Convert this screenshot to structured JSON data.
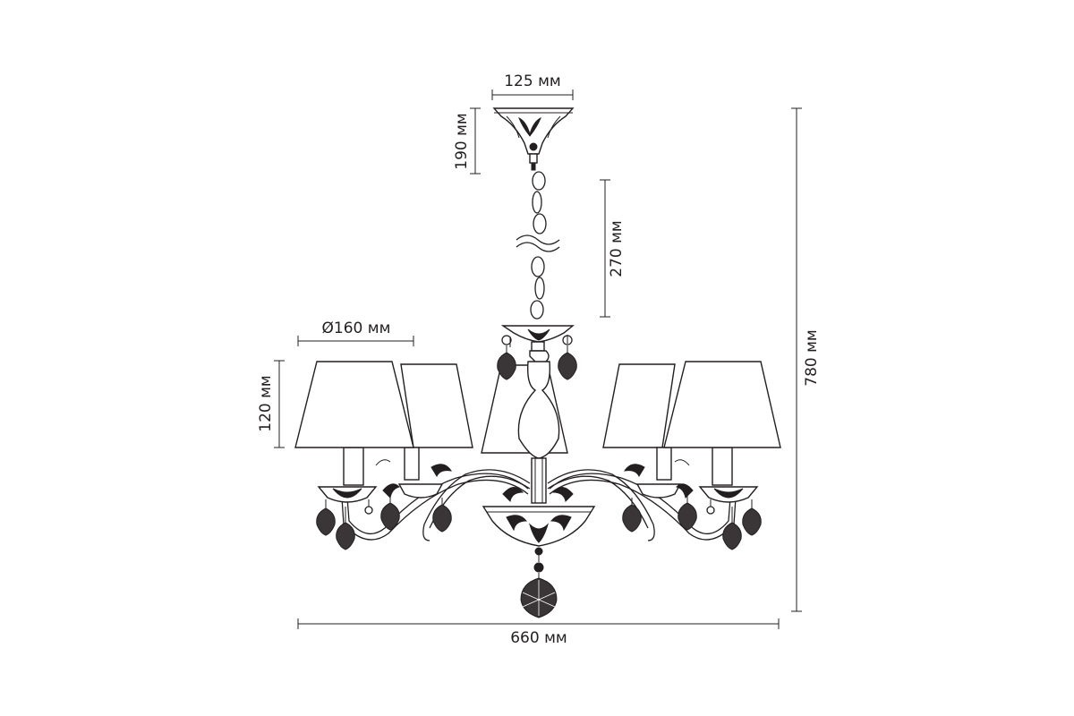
{
  "diagram": {
    "type": "chandelier-dimension-drawing",
    "line_color": "#231f20",
    "dimensions": {
      "canopy_width": "125 мм",
      "canopy_height": "190 мм",
      "chain_length": "270 мм",
      "shade_diameter": "Ø160 мм",
      "shade_height": "120 мм",
      "total_height": "780 мм",
      "total_width": "660 мм"
    }
  }
}
